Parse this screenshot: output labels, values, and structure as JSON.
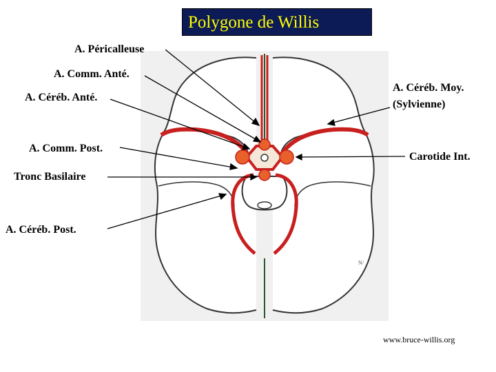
{
  "title": "Polygone de Willis",
  "labels": {
    "pericalleuse": "A. Péricalleuse",
    "comm_ante": "A. Comm. Anté.",
    "cereb_ante": "A. Céréb. Anté.",
    "cereb_moy_line1": "A. Céréb. Moy.",
    "cereb_moy_line2": "(Sylvienne)",
    "comm_post": "A. Comm. Post.",
    "carotide": "Carotide Int.",
    "tronc_basilaire": "Tronc Basilaire",
    "cereb_post": "A. Céréb. Post."
  },
  "credit": "www.bruce-willis.org",
  "colors": {
    "title_bg": "#0c1a55",
    "title_text": "#ffff00",
    "artery": "#c8201e",
    "artery_node": "#e8602a",
    "brain_outline": "#333333"
  }
}
